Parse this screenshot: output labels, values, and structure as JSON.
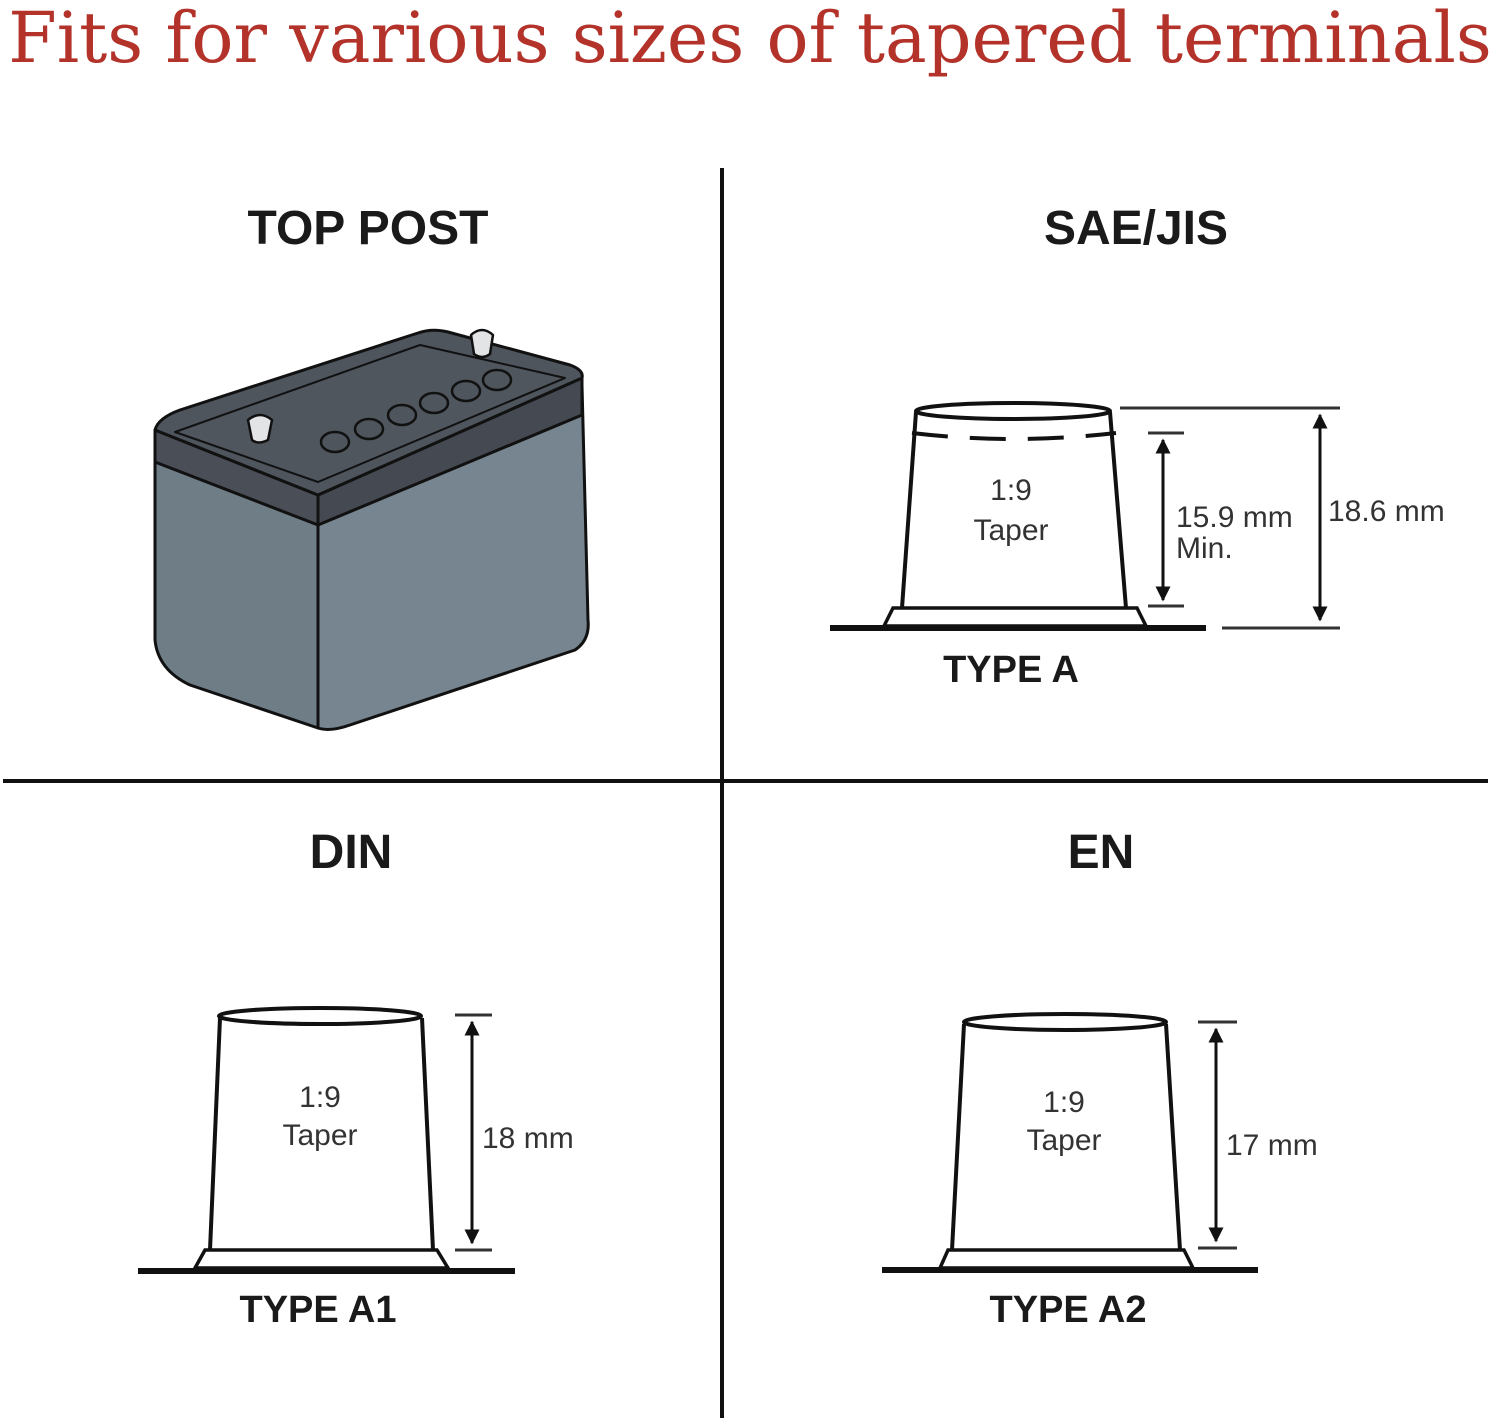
{
  "title": "Fits for various sizes of tapered terminals",
  "panels": {
    "top_post": {
      "heading": "TOP POST",
      "image": "battery-illustration"
    },
    "sae_jis": {
      "heading": "SAE/JIS",
      "ratio": "1:9",
      "taper": "Taper",
      "dim_inner": "15.9 mm",
      "dim_inner_note": "Min.",
      "dim_outer": "18.6 mm",
      "type": "TYPE A"
    },
    "din": {
      "heading": "DIN",
      "ratio": "1:9",
      "taper": "Taper",
      "dim": "18 mm",
      "type": "TYPE A1"
    },
    "en": {
      "heading": "EN",
      "ratio": "1:9",
      "taper": "Taper",
      "dim": "17 mm",
      "type": "TYPE A2"
    }
  },
  "colors": {
    "title": "#b3322a",
    "battery_body": "#77858f",
    "battery_lid": "#4a4f57",
    "post": "#e2e4e6"
  }
}
